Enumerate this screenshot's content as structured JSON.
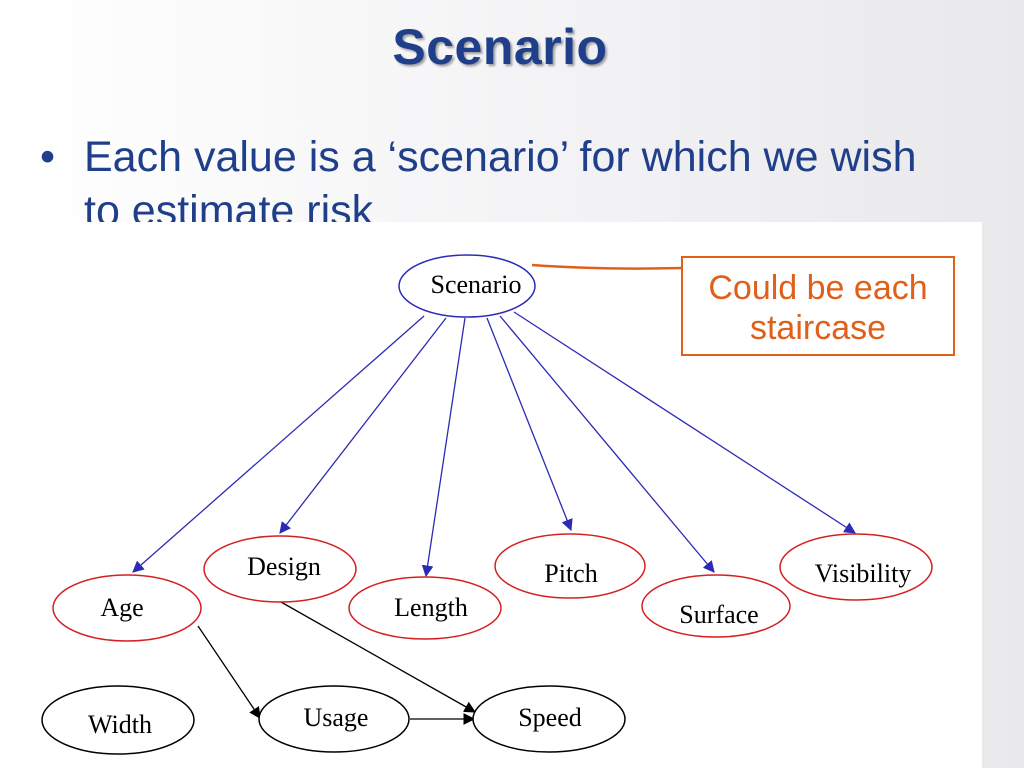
{
  "title": "Scenario",
  "bullet": {
    "marker": "•",
    "text": "Each value is a ‘scenario’ for which we wish to estimate risk"
  },
  "callout": {
    "text_line1": "Could be each",
    "text_line2": "staircase",
    "color": "#e0601a"
  },
  "colors": {
    "title": "#1f3f8a",
    "root_node_border": "#2b2bb5",
    "child_node_border": "#d42020",
    "other_node_border": "#000000",
    "edge_from_root": "#2b2bb5",
    "edge_other": "#000000"
  },
  "diagram": {
    "nodes": [
      {
        "id": "scenario",
        "label": "Scenario",
        "kind": "root"
      },
      {
        "id": "design",
        "label": "Design",
        "kind": "child"
      },
      {
        "id": "age",
        "label": "Age",
        "kind": "child"
      },
      {
        "id": "length",
        "label": "Length",
        "kind": "child"
      },
      {
        "id": "pitch",
        "label": "Pitch",
        "kind": "child"
      },
      {
        "id": "surface",
        "label": "Surface",
        "kind": "child"
      },
      {
        "id": "visibility",
        "label": "Visibility",
        "kind": "child"
      },
      {
        "id": "width",
        "label": "Width",
        "kind": "other"
      },
      {
        "id": "usage",
        "label": "Usage",
        "kind": "other"
      },
      {
        "id": "speed",
        "label": "Speed",
        "kind": "other"
      }
    ],
    "edges": [
      {
        "from": "scenario",
        "to": "age"
      },
      {
        "from": "scenario",
        "to": "design"
      },
      {
        "from": "scenario",
        "to": "length"
      },
      {
        "from": "scenario",
        "to": "pitch"
      },
      {
        "from": "scenario",
        "to": "surface"
      },
      {
        "from": "scenario",
        "to": "visibility"
      },
      {
        "from": "age",
        "to": "usage"
      },
      {
        "from": "design",
        "to": "speed"
      },
      {
        "from": "usage",
        "to": "speed"
      }
    ]
  }
}
